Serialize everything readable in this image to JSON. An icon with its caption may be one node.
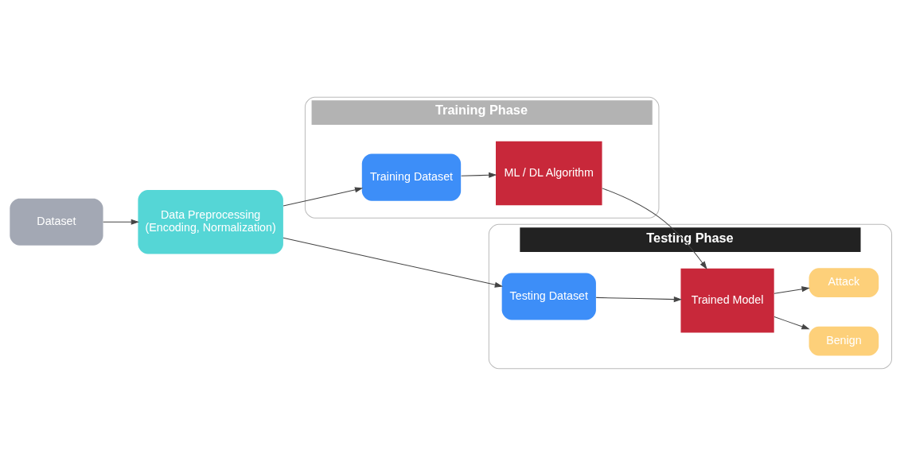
{
  "diagram": {
    "nodes": [
      {
        "text": [
          "Dataset"
        ]
      },
      {
        "text": [
          "Data Preprocessing",
          "(Encoding, Normalization)"
        ]
      },
      {
        "text": [
          "Training Phase"
        ]
      },
      {
        "text": [
          "Training Dataset"
        ],
        "in": 2
      },
      {
        "text": [
          "ML / DL Algorithm"
        ],
        "in": 2
      },
      {
        "text": [
          "Testing Phase"
        ]
      },
      {
        "text": [
          "Testing Dataset"
        ],
        "in": 5
      },
      {
        "text": [
          "Trained Model"
        ],
        "in": 5
      },
      {
        "text": [
          "Benign"
        ],
        "in": 5
      },
      {
        "text": [
          "Attack"
        ],
        "in": 5
      }
    ],
    "edges": [
      {
        "from": 0,
        "to": 1,
        "arrow": "to"
      },
      {
        "from": 1,
        "to": 3,
        "arrow": "to"
      },
      {
        "from": 1,
        "to": 6,
        "arrow": "to"
      },
      {
        "from": 3,
        "to": 4,
        "arrow": "to"
      },
      {
        "from": 4,
        "to": 7,
        "arrow": "to"
      },
      {
        "from": 6,
        "to": 7,
        "arrow": "to"
      },
      {
        "from": 7,
        "to": 8,
        "arrow": "to"
      },
      {
        "from": 7,
        "to": 9,
        "arrow": "to"
      }
    ]
  }
}
